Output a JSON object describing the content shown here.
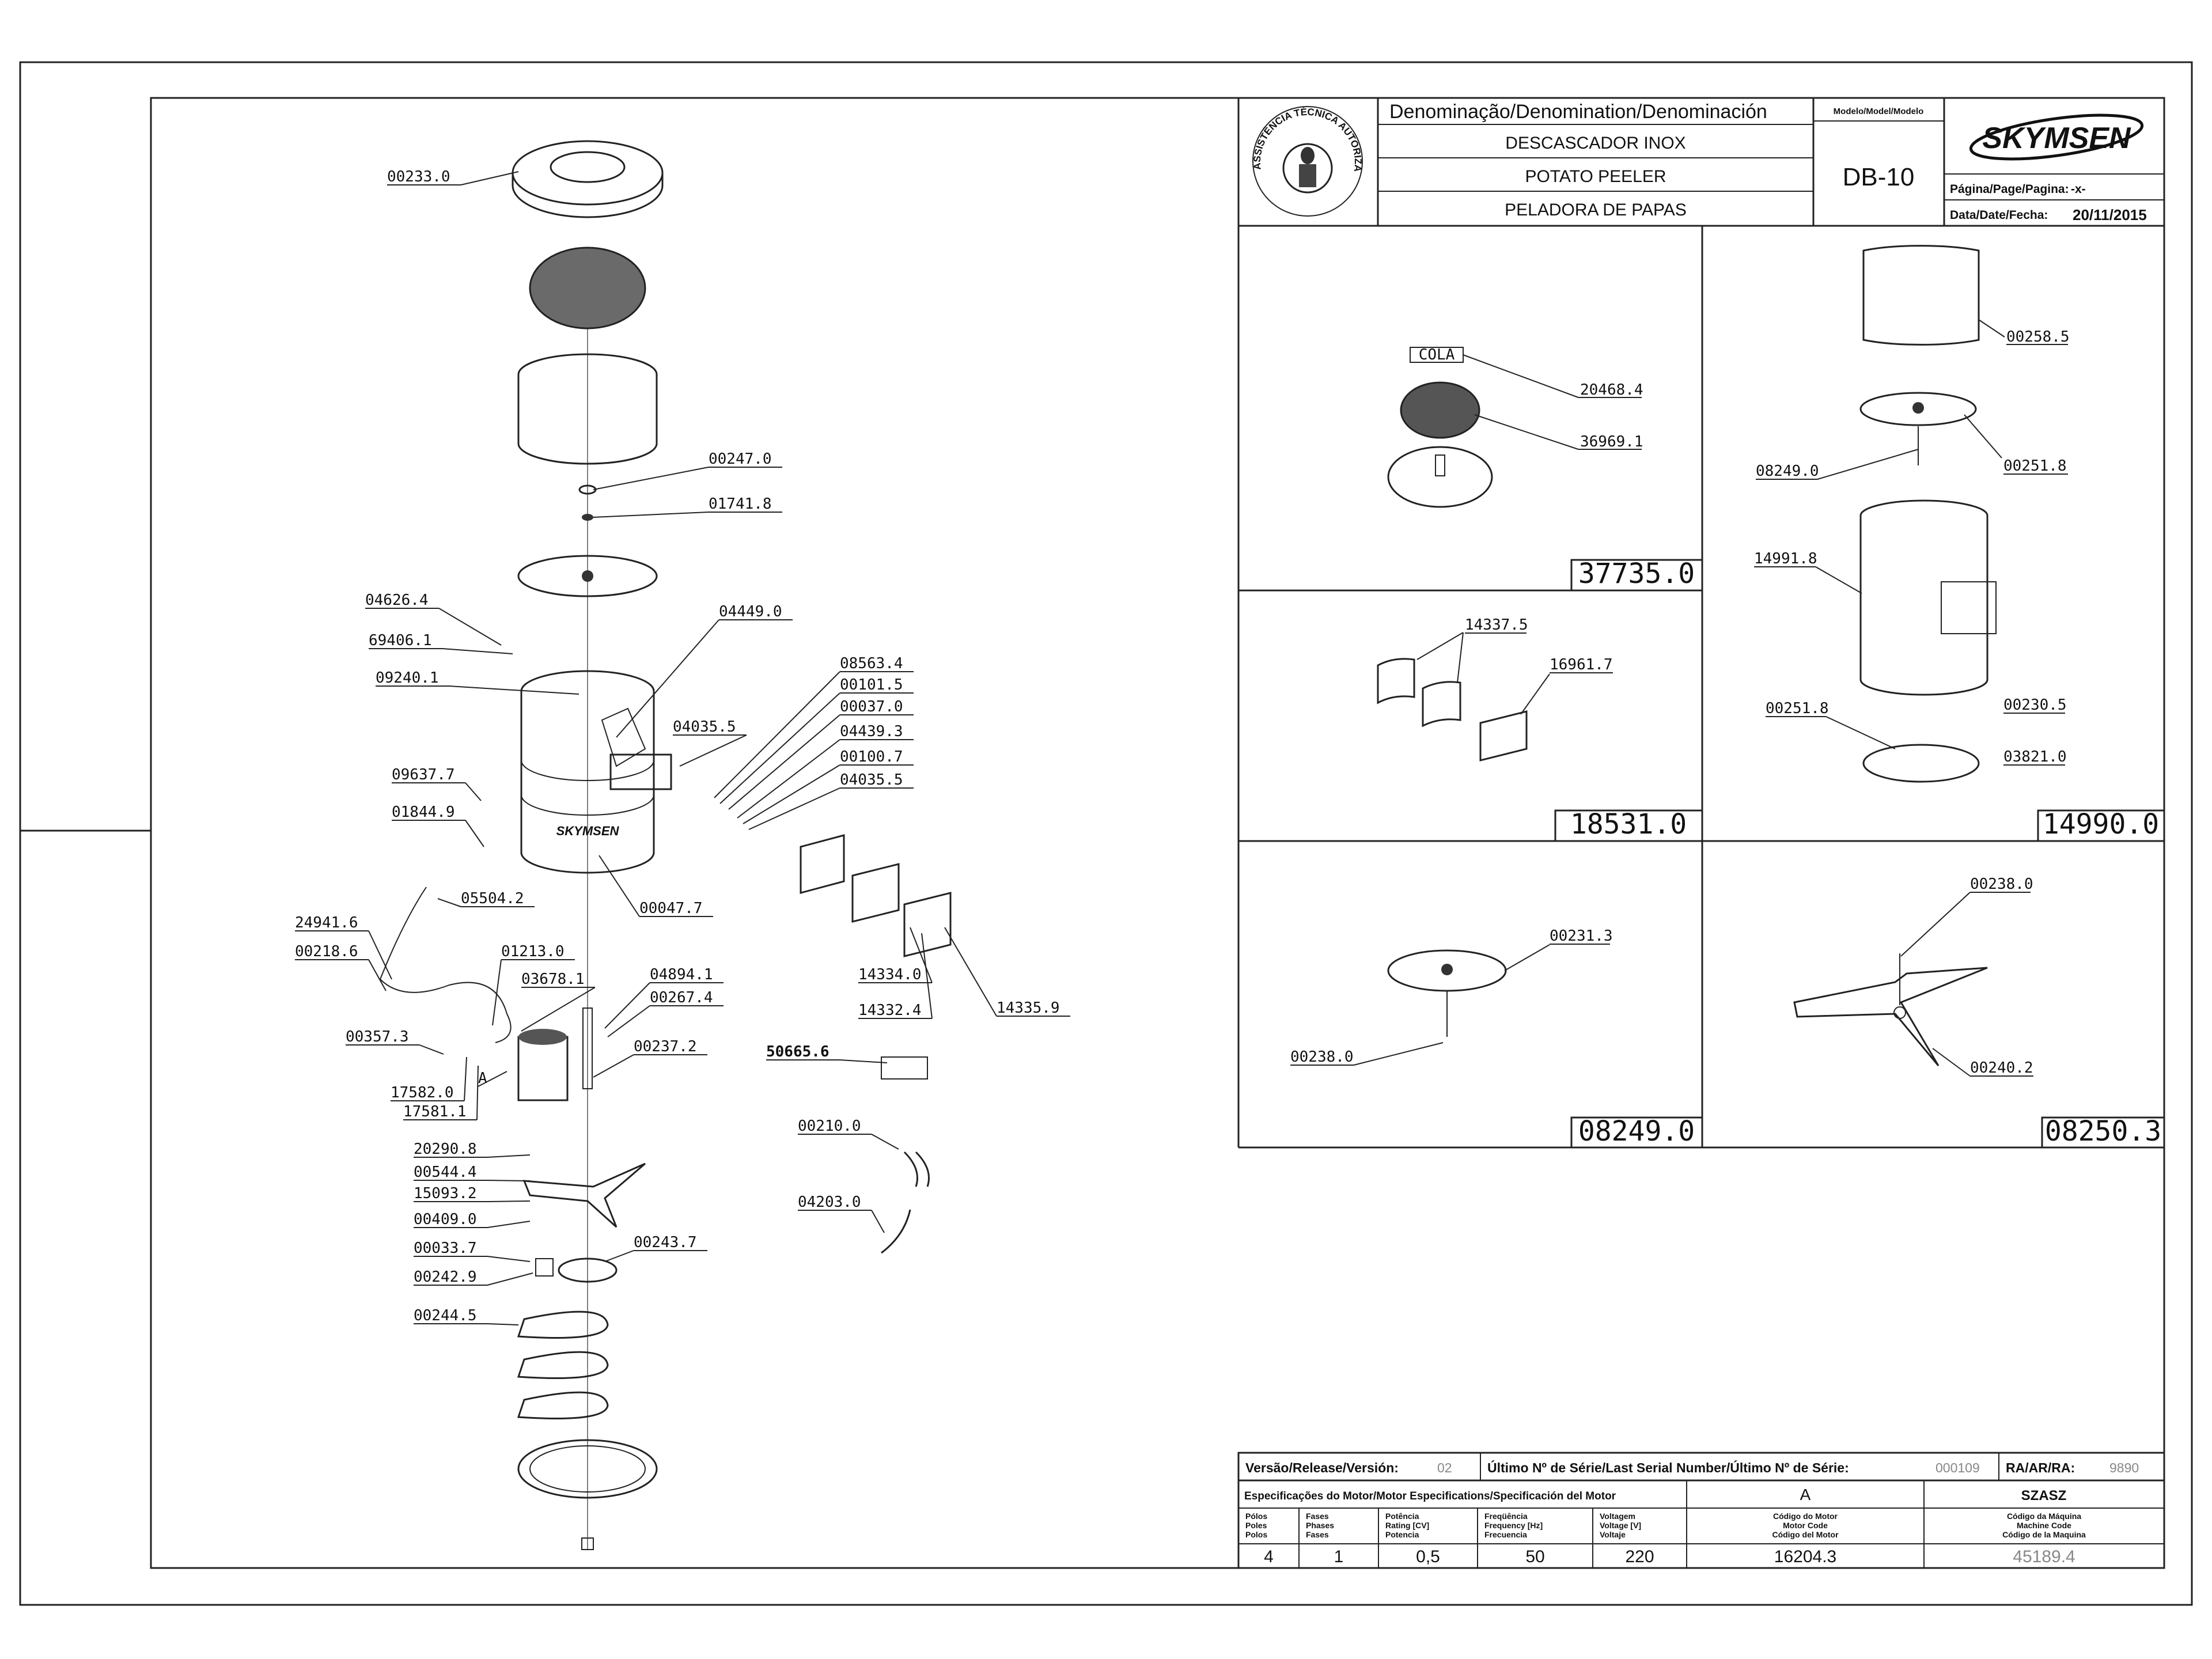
{
  "header": {
    "denomination_heading": "Denominação/Denomination/Denominación",
    "names": [
      "DESCASCADOR INOX",
      "POTATO PEELER",
      "PELADORA DE PAPAS"
    ],
    "model_heading": "Modelo/Model/Modelo",
    "model": "DB-10",
    "brand": "SKYMSEN",
    "page_label": "Página/Page/Pagina:",
    "page_value": "-x-",
    "date_label": "Data/Date/Fecha:",
    "date_value": "20/11/2015",
    "seal_text": "ASSISTÊNCIA TÉCNICA AUTORIZADA"
  },
  "main_parts": [
    {
      "code": "00233.0"
    },
    {
      "code": "00247.0"
    },
    {
      "code": "01741.8"
    },
    {
      "code": "04626.4"
    },
    {
      "code": "69406.1"
    },
    {
      "code": "09240.1"
    },
    {
      "code": "04449.0"
    },
    {
      "code": "08563.4"
    },
    {
      "code": "00101.5"
    },
    {
      "code": "00037.0"
    },
    {
      "code": "04035.5"
    },
    {
      "code": "04439.3"
    },
    {
      "code": "00100.7"
    },
    {
      "code": "04035.5"
    },
    {
      "code": "09637.7"
    },
    {
      "code": "01844.9"
    },
    {
      "code": "00047.7"
    },
    {
      "code": "05504.2"
    },
    {
      "code": "24941.6"
    },
    {
      "code": "00218.6"
    },
    {
      "code": "01213.0"
    },
    {
      "code": "03678.1"
    },
    {
      "code": "04894.1"
    },
    {
      "code": "00267.4"
    },
    {
      "code": "00357.3"
    },
    {
      "code": "00237.2"
    },
    {
      "code": "17582.0"
    },
    {
      "code": "17581.1"
    },
    {
      "code": "A"
    },
    {
      "code": "50665.6"
    },
    {
      "code": "20290.8"
    },
    {
      "code": "00544.4"
    },
    {
      "code": "15093.2"
    },
    {
      "code": "00409.0"
    },
    {
      "code": "00033.7"
    },
    {
      "code": "00242.9"
    },
    {
      "code": "00243.7"
    },
    {
      "code": "00244.5"
    },
    {
      "code": "00210.0"
    },
    {
      "code": "04203.0"
    },
    {
      "code": "14334.0"
    },
    {
      "code": "14332.4"
    },
    {
      "code": "14335.9"
    }
  ],
  "sub_assemblies": [
    {
      "code": "37735.0",
      "note": "COLA",
      "parts": [
        "20468.4",
        "36969.1"
      ]
    },
    {
      "code": "14990.0",
      "parts": [
        "00258.5",
        "08249.0",
        "00251.8",
        "14991.8",
        "00251.8",
        "00230.5",
        "03821.0"
      ]
    },
    {
      "code": "18531.0",
      "parts": [
        "14337.5",
        "16961.7"
      ]
    },
    {
      "code": "08249.0",
      "parts": [
        "00231.3",
        "00238.0"
      ]
    },
    {
      "code": "08250.3",
      "parts": [
        "00238.0",
        "00240.2"
      ]
    }
  ],
  "footer": {
    "release_label": "Versão/Release/Versión:",
    "release_value": "02",
    "serial_label": "Último Nº de Série/Last Serial Number/Último Nº de Série:",
    "serial_value": "000109",
    "ra_label": "RA/AR/RA:",
    "ra_value": "9890",
    "motor_spec_label": "Especificações do Motor/Motor Especifications/Specificación del Motor",
    "motor_version": "A",
    "machine_version": "SZASZ",
    "columns": [
      {
        "header": [
          "Pólos",
          "Poles",
          "Polos"
        ],
        "value": "4"
      },
      {
        "header": [
          "Fases",
          "Phases",
          "Fases"
        ],
        "value": "1"
      },
      {
        "header": [
          "Potência",
          "Rating [CV]",
          "Potencia"
        ],
        "value": "0,5"
      },
      {
        "header": [
          "Freqüência",
          "Frequency [Hz]",
          "Frecuencia"
        ],
        "value": "50"
      },
      {
        "header": [
          "Voltagem",
          "Voltage [V]",
          "Voltaje"
        ],
        "value": "220"
      },
      {
        "header": [
          "Código do Motor",
          "Motor Code",
          "Código del Motor"
        ],
        "value": "16204.3"
      },
      {
        "header": [
          "Código da Máquina",
          "Machine Code",
          "Código de la Maquina"
        ],
        "value": "45189.4"
      }
    ]
  },
  "colors": {
    "line": "#222222",
    "grey_text": "#888888",
    "background": "#ffffff"
  }
}
